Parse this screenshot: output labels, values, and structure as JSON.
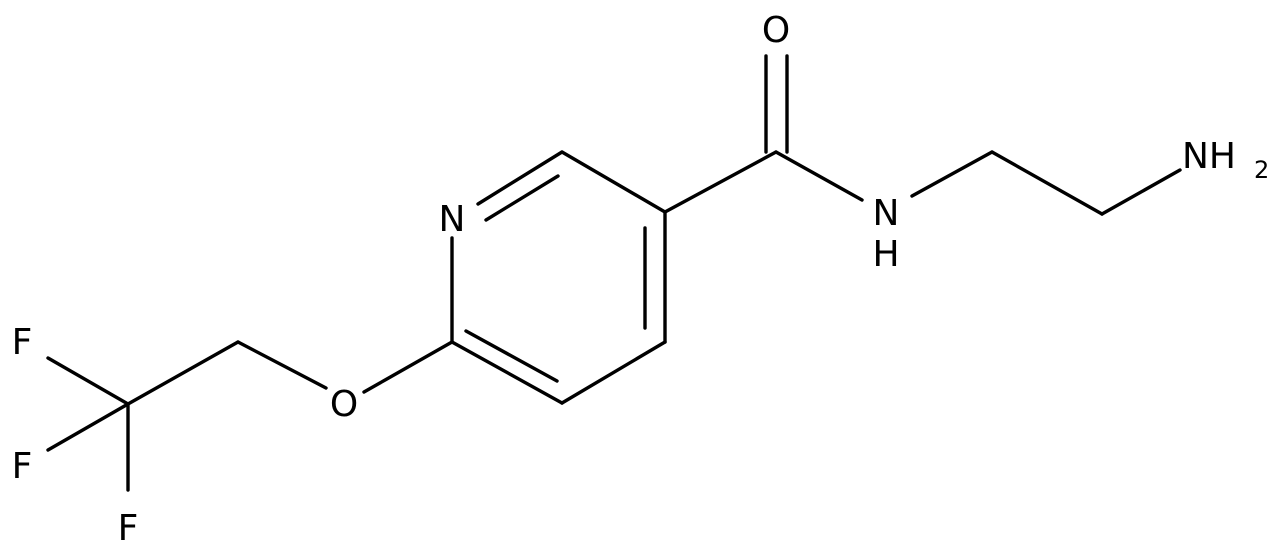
{
  "atoms": {
    "oxygen_carbonyl": "O",
    "amide_n": "N",
    "amide_h": "H",
    "amine_n": "NH",
    "amine_subscript": "2",
    "pyridine_n": "N",
    "ether_o": "O",
    "fluorine_1": "F",
    "fluorine_2": "F",
    "fluorine_3": "F"
  }
}
